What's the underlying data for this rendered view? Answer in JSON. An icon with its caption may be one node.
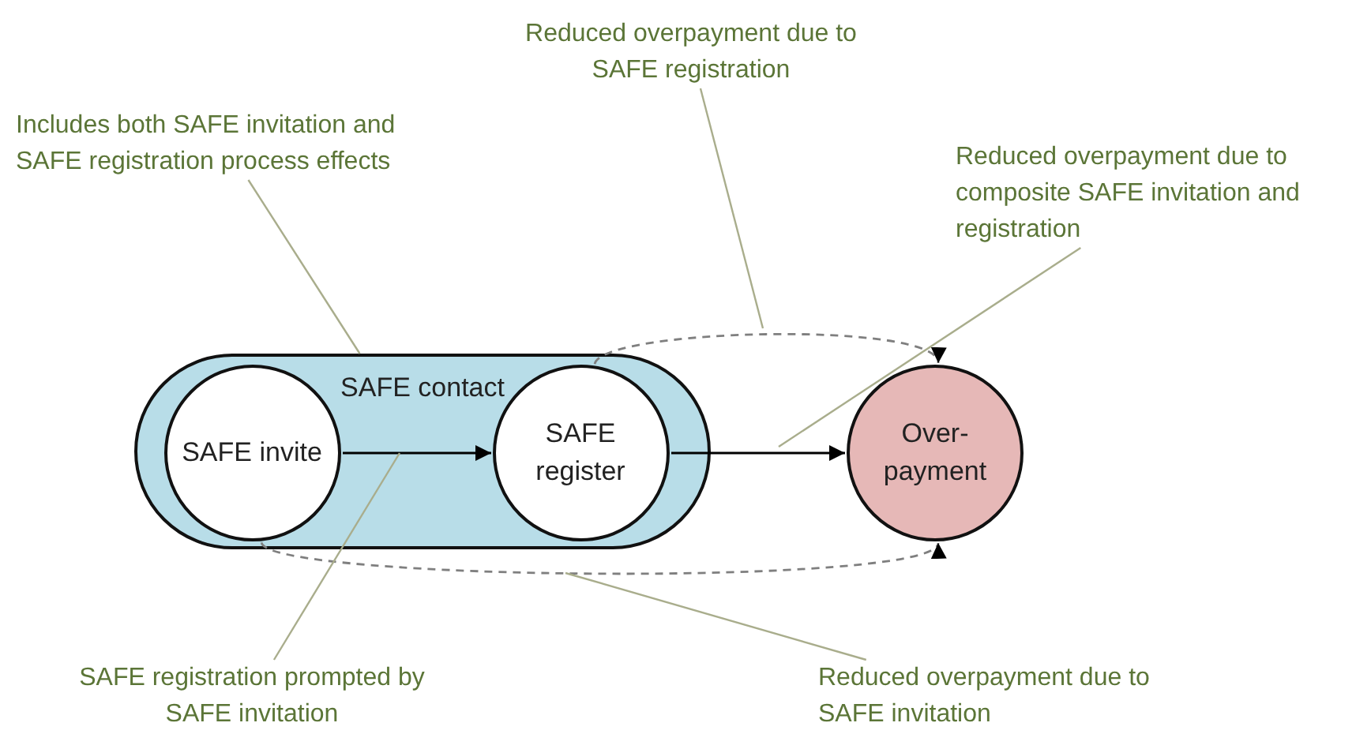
{
  "diagram": {
    "nodes": [
      {
        "text": [
          "SAFE contact"
        ]
      },
      {
        "text": [
          "SAFE invite"
        ],
        "in": 0
      },
      {
        "text": [
          "SAFE register"
        ],
        "in": 0
      },
      {
        "text": [
          "Over- payment"
        ]
      },
      {
        "text": [
          "Includes both SAFE invitation and SAFE registration process effects"
        ]
      },
      {
        "text": [
          "Reduced overpayment due to SAFE registration"
        ]
      },
      {
        "text": [
          "Reduced overpayment due to composite SAFE invitation and registration"
        ]
      },
      {
        "text": [
          "SAFE registration prompted by SAFE invitation"
        ]
      },
      {
        "text": [
          "Reduced overpayment due to SAFE invitation"
        ]
      }
    ],
    "edges": [
      {
        "from": 1,
        "to": 2,
        "arrow": "to",
        "color": "#000000"
      },
      {
        "from": 2,
        "to": 3,
        "arrow": "to",
        "color": "#000000"
      },
      {
        "from": 2,
        "to": 3,
        "arrow": "to",
        "style": "dashed",
        "color": "#7f7f7f"
      },
      {
        "from": 1,
        "to": 3,
        "arrow": "to",
        "style": "dashed",
        "color": "#7f7f7f"
      },
      {
        "from": 4,
        "to": 0,
        "arrow": "none",
        "color": "#a9ad8c"
      },
      {
        "from": 5,
        "to": null,
        "arrow": "none",
        "color": "#a9ad8c"
      },
      {
        "from": 6,
        "to": null,
        "arrow": "none",
        "color": "#a9ad8c"
      },
      {
        "from": 7,
        "to": null,
        "arrow": "none",
        "color": "#a9ad8c"
      },
      {
        "from": 8,
        "to": null,
        "arrow": "none",
        "color": "#a9ad8c"
      }
    ]
  }
}
